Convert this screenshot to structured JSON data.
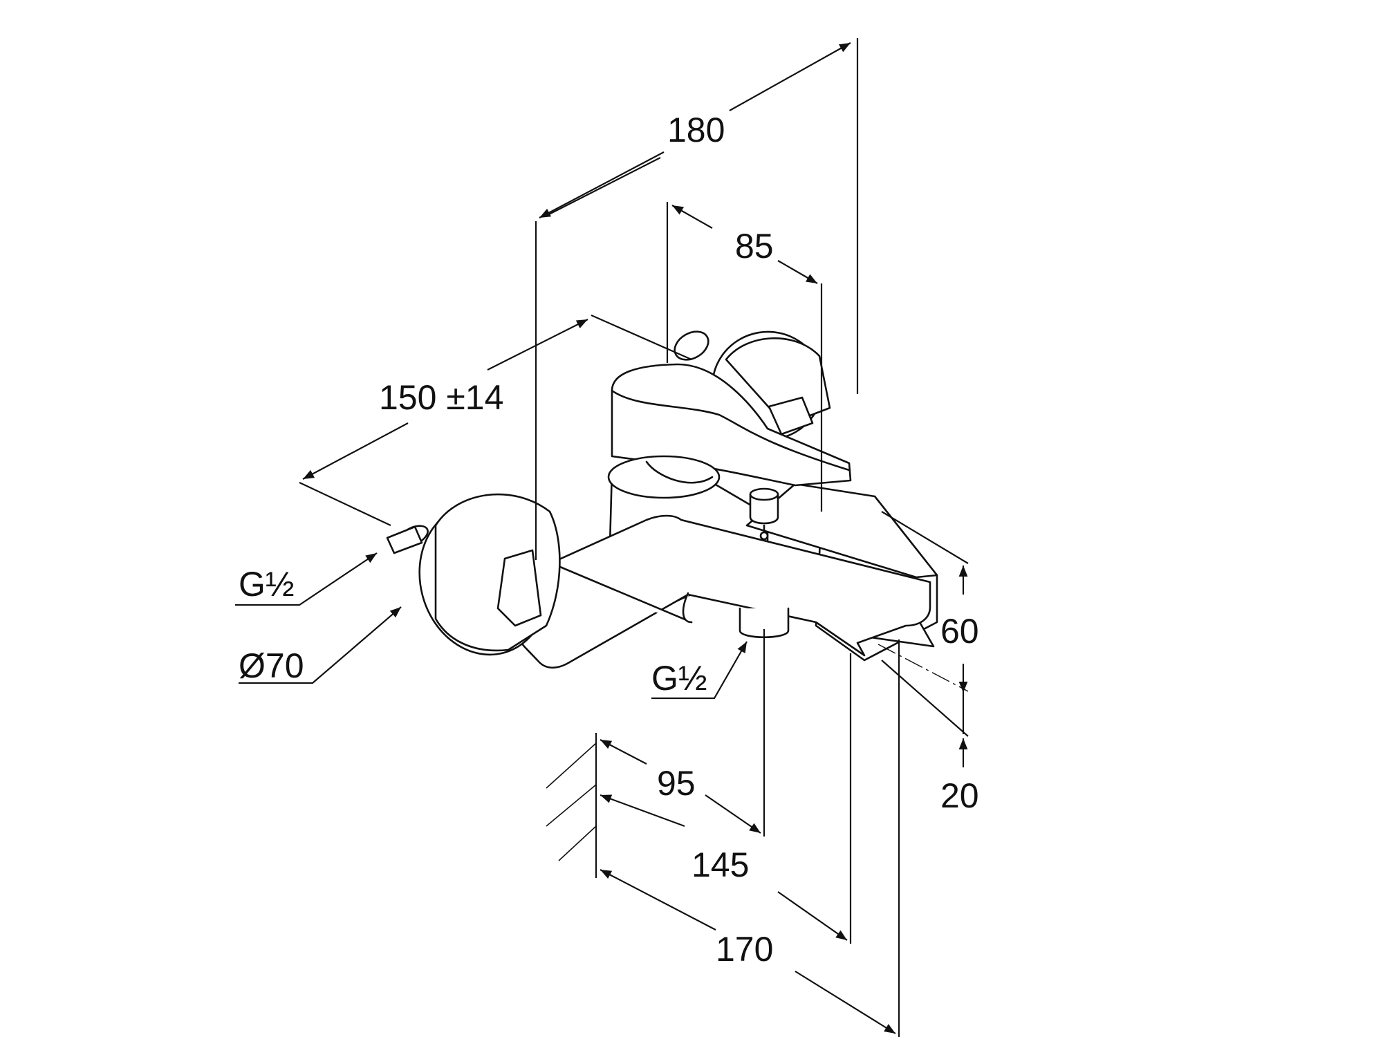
{
  "dimensions": {
    "overall_depth": "180",
    "lever_depth": "85",
    "centers": "150 ±14",
    "inlet_thread": "G½",
    "escutcheon_diameter": "Ø70",
    "outlet_thread": "G½",
    "outlet_height": "60",
    "spout_height": "20",
    "outlet_projection": "95",
    "spout_projection": "145",
    "total_projection": "170"
  }
}
